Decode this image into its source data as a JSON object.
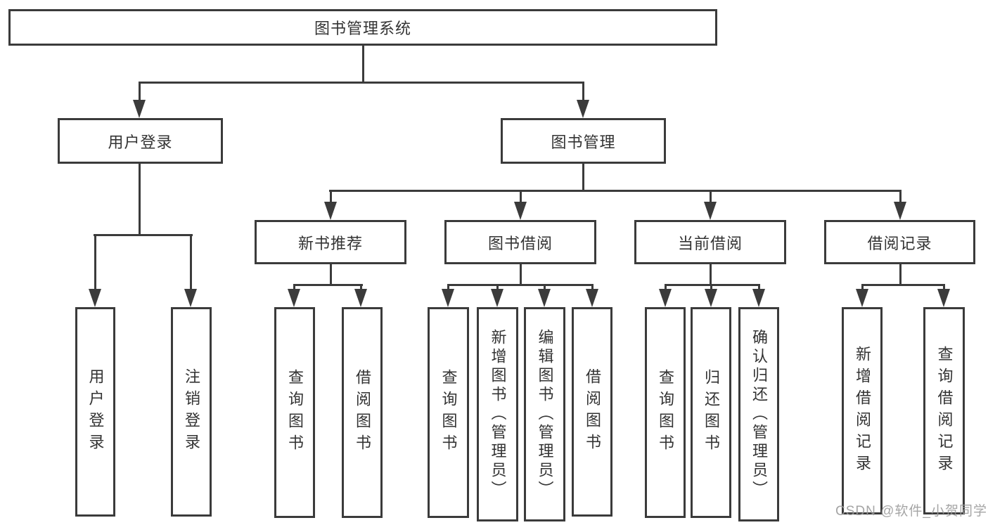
{
  "root": {
    "label": "图书管理系统"
  },
  "level2": [
    {
      "label": "用户登录",
      "children": [
        {
          "label": "用户登录"
        },
        {
          "label": "注销登录"
        }
      ]
    },
    {
      "label": "图书管理"
    }
  ],
  "sections": [
    {
      "label": "新书推荐",
      "children": [
        {
          "label": "查询图书"
        },
        {
          "label": "借阅图书"
        }
      ]
    },
    {
      "label": "图书借阅",
      "children": [
        {
          "label": "查询图书"
        },
        {
          "label": "新增图书（管理员）"
        },
        {
          "label": "编辑图书（管理员）"
        },
        {
          "label": "借阅图书"
        }
      ]
    },
    {
      "label": "当前借阅",
      "children": [
        {
          "label": "查询图书"
        },
        {
          "label": "归还图书"
        },
        {
          "label": "确认归还（管理员）"
        }
      ]
    },
    {
      "label": "借阅记录",
      "children": [
        {
          "label": "新增借阅记录"
        },
        {
          "label": "查询借阅记录"
        }
      ]
    }
  ],
  "watermark": {
    "text": "CSDN @软件_小贺同学"
  },
  "colors": {
    "line": "#3b3b3b",
    "text": "#333333",
    "watermark": "#9b9b9b",
    "background": "#ffffff"
  }
}
